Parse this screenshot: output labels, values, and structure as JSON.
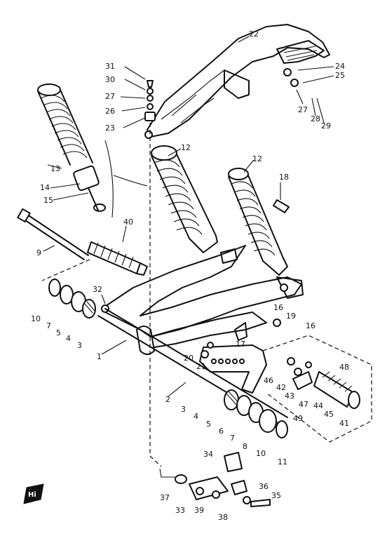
{
  "diagram": {
    "type": "exploded-parts-diagram",
    "callouts": [
      "1",
      "2",
      "3",
      "4",
      "5",
      "6",
      "7",
      "8",
      "9",
      "10",
      "11",
      "12",
      "13",
      "14",
      "15",
      "16",
      "17",
      "18",
      "19",
      "20",
      "21",
      "22",
      "23",
      "24",
      "25",
      "26",
      "27",
      "28",
      "29",
      "30",
      "31",
      "32",
      "33",
      "34",
      "35",
      "36",
      "37",
      "38",
      "39",
      "40",
      "41",
      "42",
      "43",
      "44",
      "45",
      "46",
      "47",
      "48",
      "49"
    ],
    "callout_labels": [
      {
        "key": "c31",
        "text": "31"
      },
      {
        "key": "c30",
        "text": "30"
      },
      {
        "key": "c27a",
        "text": "27"
      },
      {
        "key": "c26",
        "text": "26"
      },
      {
        "key": "c23",
        "text": "23"
      },
      {
        "key": "c22",
        "text": "22"
      },
      {
        "key": "c24",
        "text": "24"
      },
      {
        "key": "c25",
        "text": "25"
      },
      {
        "key": "c27b",
        "text": "27"
      },
      {
        "key": "c28",
        "text": "28"
      },
      {
        "key": "c29",
        "text": "29"
      },
      {
        "key": "c13",
        "text": "13"
      },
      {
        "key": "c14",
        "text": "14"
      },
      {
        "key": "c15",
        "text": "15"
      },
      {
        "key": "c12a",
        "text": "12"
      },
      {
        "key": "c12b",
        "text": "12"
      },
      {
        "key": "c18",
        "text": "18"
      },
      {
        "key": "c40",
        "text": "40"
      },
      {
        "key": "c9",
        "text": "9"
      },
      {
        "key": "c32",
        "text": "32"
      },
      {
        "key": "c10a",
        "text": "10"
      },
      {
        "key": "c7a",
        "text": "7"
      },
      {
        "key": "c5a",
        "text": "5"
      },
      {
        "key": "c4a",
        "text": "4"
      },
      {
        "key": "c3a",
        "text": "3"
      },
      {
        "key": "c1",
        "text": "1"
      },
      {
        "key": "c16a",
        "text": "16"
      },
      {
        "key": "c19",
        "text": "19"
      },
      {
        "key": "c16b",
        "text": "16"
      },
      {
        "key": "c17",
        "text": "17"
      },
      {
        "key": "c20",
        "text": "20"
      },
      {
        "key": "c21",
        "text": "21"
      },
      {
        "key": "c2",
        "text": "2"
      },
      {
        "key": "c3b",
        "text": "3"
      },
      {
        "key": "c4b",
        "text": "4"
      },
      {
        "key": "c5b",
        "text": "5"
      },
      {
        "key": "c6",
        "text": "6"
      },
      {
        "key": "c7b",
        "text": "7"
      },
      {
        "key": "c8",
        "text": "8"
      },
      {
        "key": "c10b",
        "text": "10"
      },
      {
        "key": "c11",
        "text": "11"
      },
      {
        "key": "c46",
        "text": "46"
      },
      {
        "key": "c42",
        "text": "42"
      },
      {
        "key": "c43",
        "text": "43"
      },
      {
        "key": "c47",
        "text": "47"
      },
      {
        "key": "c44",
        "text": "44"
      },
      {
        "key": "c49",
        "text": "49"
      },
      {
        "key": "c45",
        "text": "45"
      },
      {
        "key": "c41",
        "text": "41"
      },
      {
        "key": "c48",
        "text": "48"
      },
      {
        "key": "c34",
        "text": "34"
      },
      {
        "key": "c37",
        "text": "37"
      },
      {
        "key": "c33",
        "text": "33"
      },
      {
        "key": "c39",
        "text": "39"
      },
      {
        "key": "c38",
        "text": "38"
      },
      {
        "key": "c36",
        "text": "36"
      },
      {
        "key": "c35",
        "text": "35"
      }
    ],
    "logo_text": "Hi"
  },
  "colors": {
    "ink": "#111111",
    "paper": "#ffffff"
  }
}
